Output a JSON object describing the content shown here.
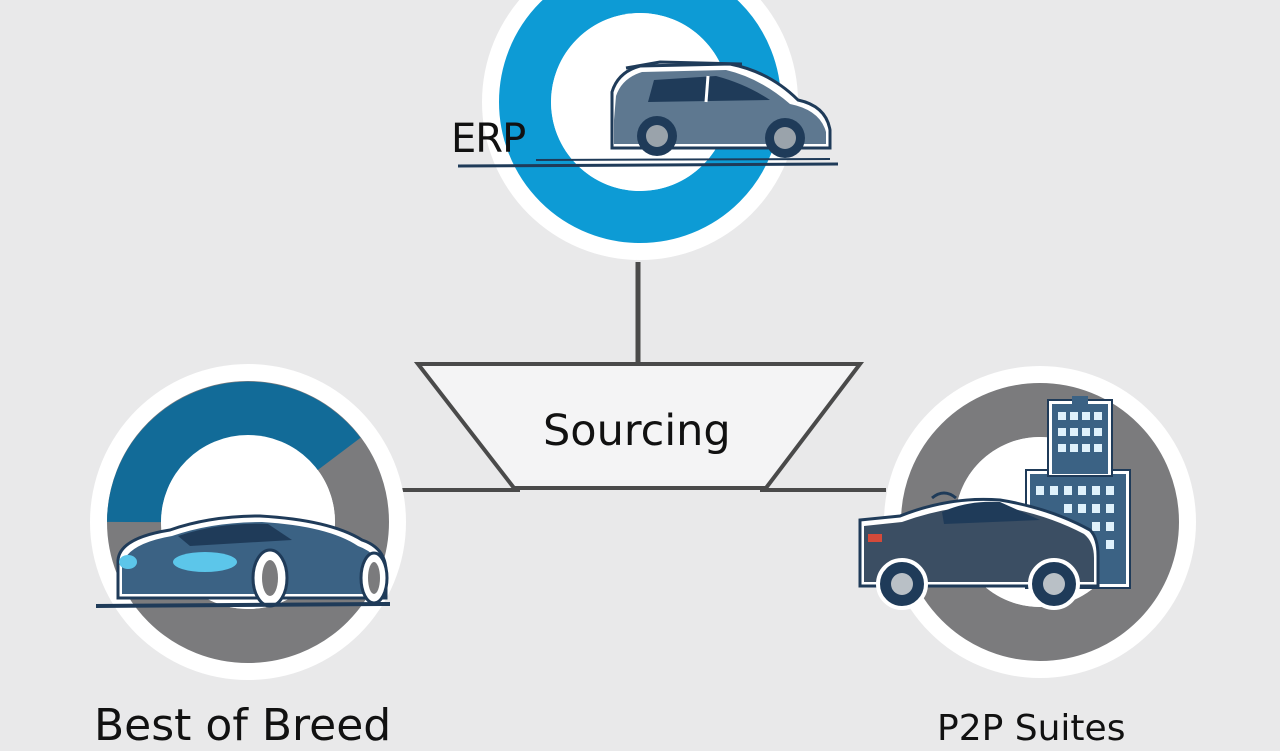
{
  "diagram": {
    "nodes": {
      "top": {
        "label": "ERP"
      },
      "center": {
        "label": "Sourcing"
      },
      "left": {
        "label": "Best of Breed"
      },
      "right": {
        "label": "P2P Suites"
      }
    }
  },
  "colors": {
    "background": "#e9e9ea",
    "ring_blue": "#0d9bd5",
    "ring_teal_blue": "#126b98",
    "ring_gray": "#7b7b7d",
    "car_body": "#3b6284",
    "car_dark": "#1f3b59",
    "connector": "#4a4a4a"
  },
  "icons": {
    "top": "hatchback-car-icon",
    "left": "sports-car-icon",
    "right": "pickup-truck-with-building-icon"
  }
}
